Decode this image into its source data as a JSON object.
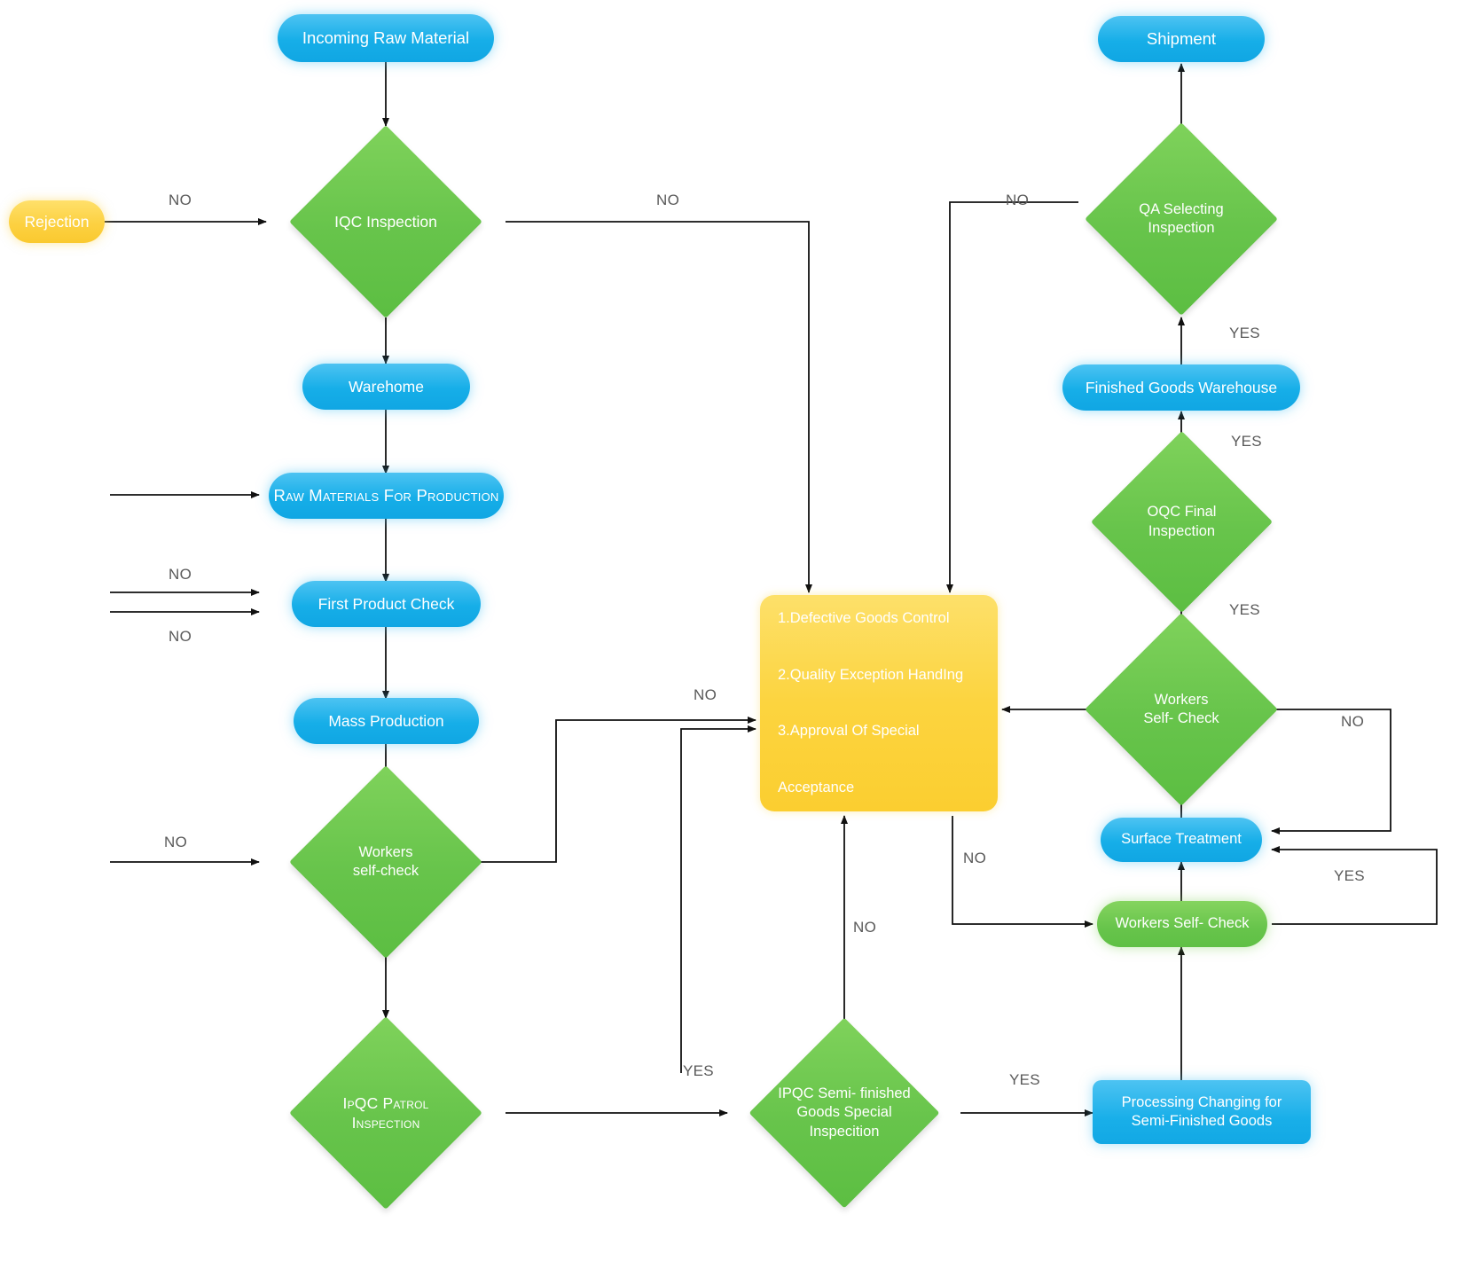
{
  "diagram": {
    "title_present": false,
    "colors": {
      "blue": "#19AFE9",
      "green": "#67C44B",
      "yellow": "#FBCE30",
      "edge": "#111111",
      "edge_label": "#595959",
      "node_text": "#ffffff",
      "background": "#ffffff"
    },
    "nodes": {
      "incoming_raw_material": "Incoming  Raw Material",
      "rejection": "Rejection",
      "iqc_inspection": "IQC Inspection",
      "warehome": "Warehome",
      "raw_materials_for_production": "Raw Materials For Production",
      "first_product_check": "First Product  Check",
      "mass_production": "Mass  Production",
      "workers_self_check_left": "Workers\nself-check",
      "ipqc_patrol_inspection": "IpQC Patrol\nInspection",
      "ipqc_semi_finished": "IPQC Semi- finished\nGoods Special\nInspecition",
      "processing_changing": "Processing  Changing for\nSemi-Finished  Goods",
      "workers_self_check_rect": "Workers Self- Check",
      "surface_treatment": "Surface Treatment",
      "workers_self_check_right": "Workers\nSelf- Check",
      "oqc_final_inspection": "OQC Final\nInspection",
      "finished_goods_warehouse": "Finished Goods Warehouse",
      "qa_selecting_inspection": "QA Selecting\nInspection",
      "shipment": "Shipment",
      "defect_box": {
        "line1": "1.Defective Goods Control",
        "line2": "2.Quality Exception HandIng",
        "line3": "3.Approval Of Special",
        "line4": "Acceptance"
      }
    },
    "edge_labels": {
      "iqc_no_left": "NO",
      "iqc_no_right": "NO",
      "raw_materials_loop_no": "NO",
      "first_product_loop_no": "NO",
      "workers_left_loop_no": "NO",
      "workers_left_no_to_box": "NO",
      "ipqc_semi_yes": "YES",
      "ipqc_semi_no": "NO",
      "processing_yes": "YES",
      "workers_rect_yes": "YES",
      "workers_rect_no": "NO",
      "workers_right_no_right": "NO",
      "workers_right_yes_up": "YES",
      "oqc_yes": "YES",
      "fgw_yes": "YES",
      "qa_no": "NO"
    }
  }
}
